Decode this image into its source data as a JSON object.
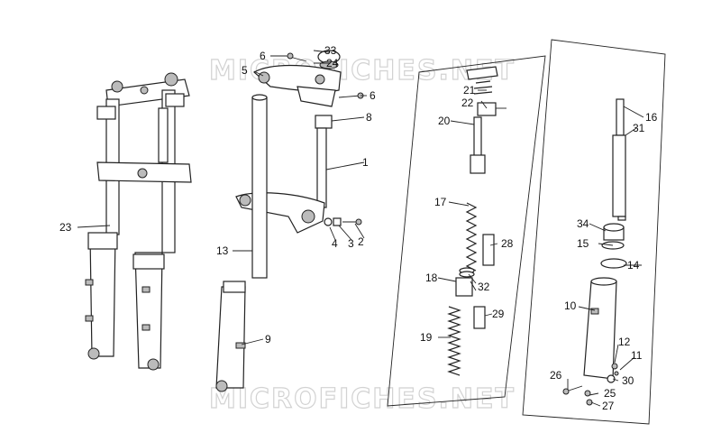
{
  "watermark": "MICROFICHES.NET",
  "callouts": [
    "1",
    "2",
    "3",
    "4",
    "5",
    "6",
    "6",
    "8",
    "9",
    "10",
    "11",
    "12",
    "13",
    "14",
    "15",
    "16",
    "17",
    "18",
    "19",
    "20",
    "21",
    "22",
    "23",
    "24",
    "25",
    "26",
    "27",
    "28",
    "29",
    "30",
    "31",
    "32",
    "32",
    "33",
    "34"
  ]
}
